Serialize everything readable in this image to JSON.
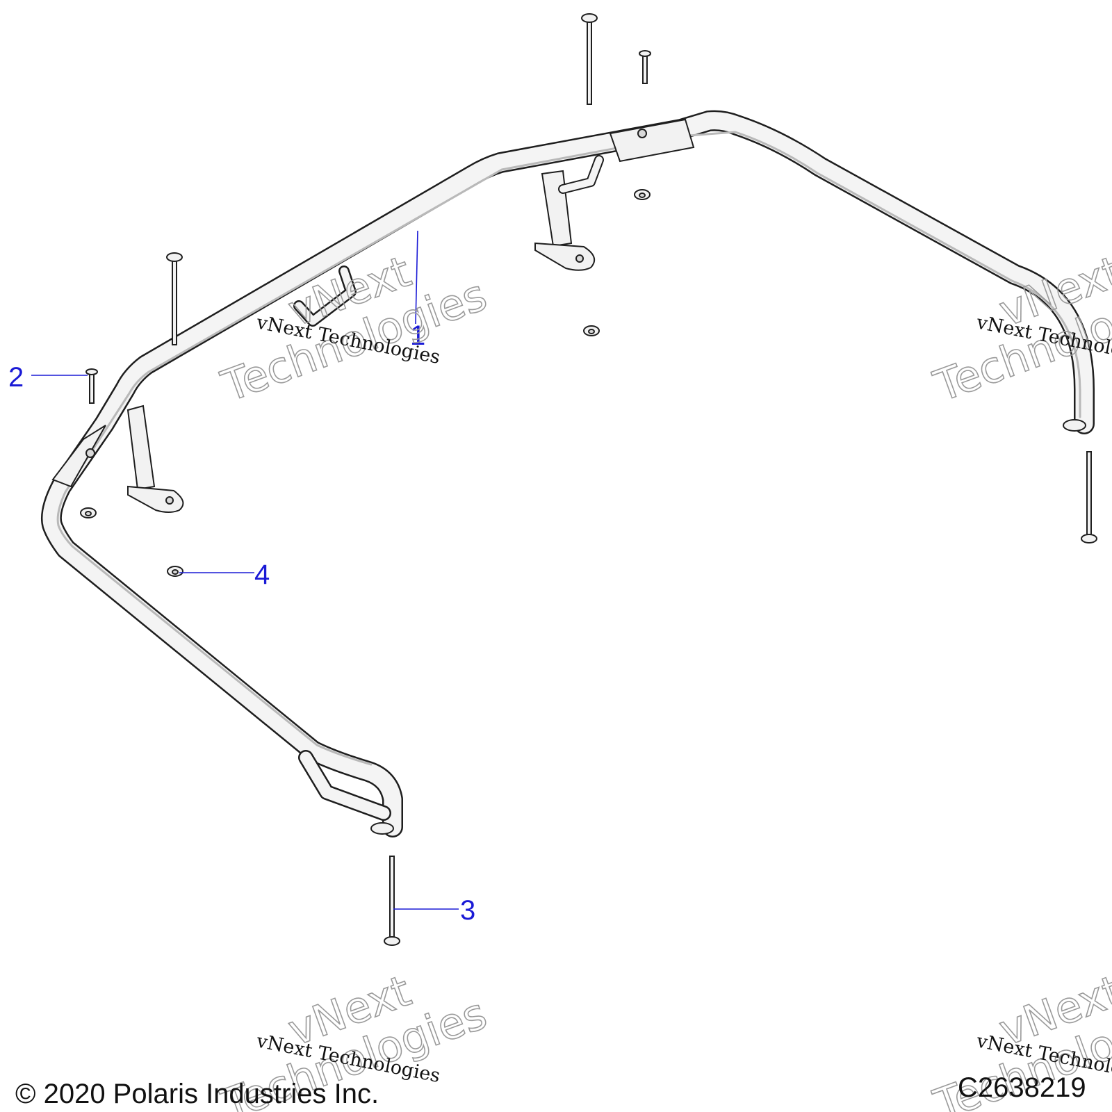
{
  "diagram": {
    "callouts": [
      {
        "label": "1"
      },
      {
        "label": "2"
      },
      {
        "label": "3"
      },
      {
        "label": "4"
      }
    ],
    "watermark": {
      "serif_text": "vNext Technologies",
      "outline_line1": "vNext",
      "outline_line2": "Technologies"
    },
    "copyright": "© 2020 Polaris Industries Inc.",
    "drawing_id": "C2638219"
  },
  "colors": {
    "callout": "#1a1ad6",
    "line_art": "#1e1e1e",
    "watermark_outline": "#9a9a9a"
  }
}
